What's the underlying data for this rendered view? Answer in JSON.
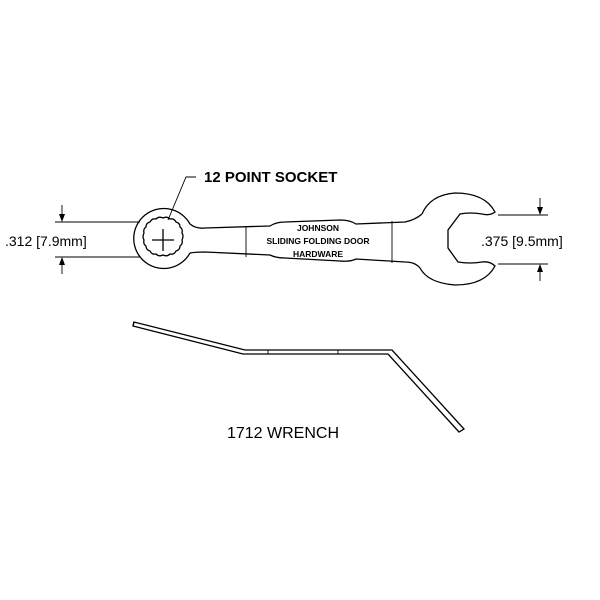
{
  "title": "1712 WRENCH",
  "callout": "12 POINT SOCKET",
  "dimensions": {
    "socket": ".312 [7.9mm]",
    "open_end": ".375 [9.5mm]"
  },
  "engraving": {
    "line1": "JOHNSON",
    "line2": "SLIDING FOLDING DOOR",
    "line3": "HARDWARE"
  }
}
